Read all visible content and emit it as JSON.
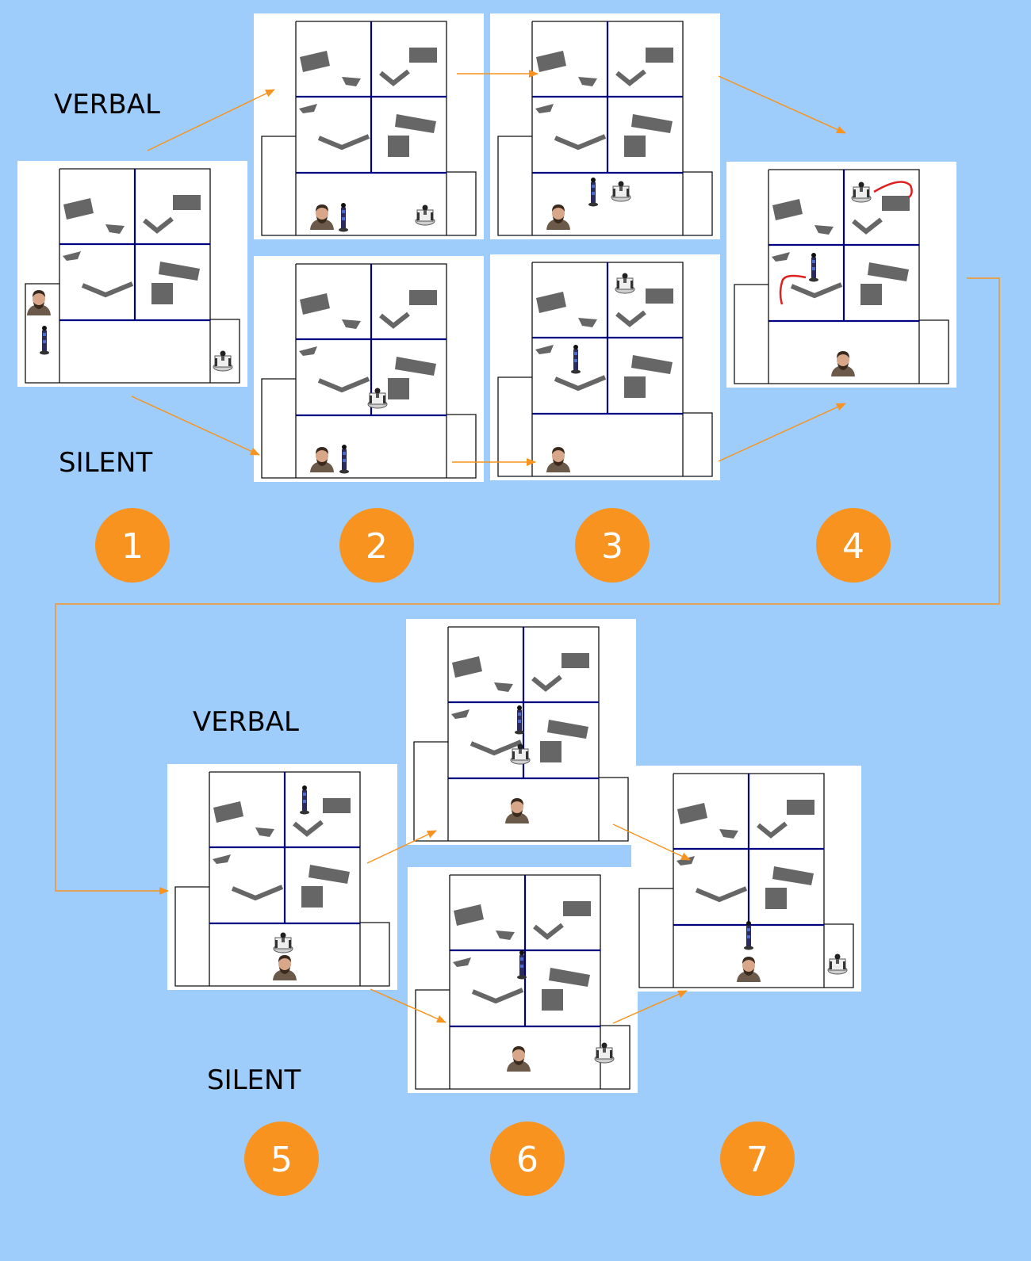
{
  "labels": {
    "top_verbal": "VERBAL",
    "top_silent": "SILENT",
    "bottom_verbal": "VERBAL",
    "bottom_silent": "SILENT"
  },
  "step_numbers": [
    "1",
    "2",
    "3",
    "4",
    "5",
    "6",
    "7"
  ],
  "colors": {
    "background": "#9fcdfb",
    "step_circle": "#f7931e",
    "arrow": "#f7931e",
    "wall": "#000080",
    "obstacle": "#666666",
    "planned_path": "#e02020"
  },
  "icons": [
    "person-icon",
    "walker-robot-icon",
    "wheeled-robot-icon"
  ]
}
